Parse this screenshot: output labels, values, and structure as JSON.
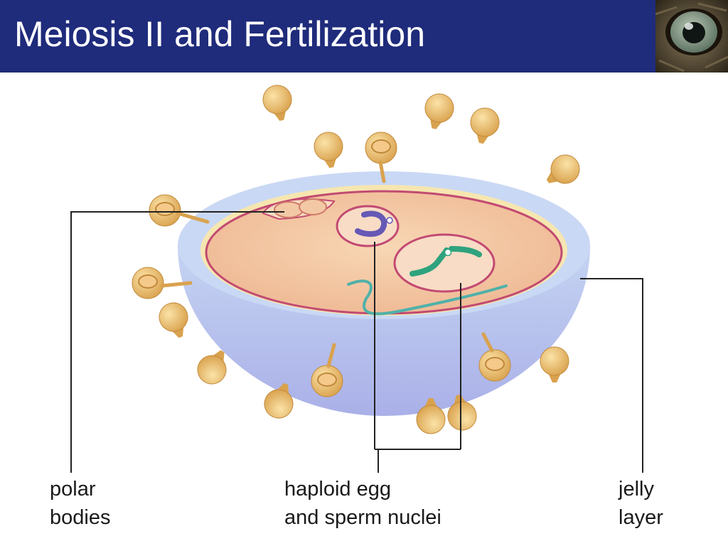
{
  "slide": {
    "title": "Meiosis II and Fertilization",
    "header_color": "#1f2b7b",
    "corner_image_icon": "eye-icon"
  },
  "labels": {
    "polar_bodies": {
      "line1": "polar",
      "line2": "bodies"
    },
    "nuclei": {
      "line1": "haploid egg",
      "line2": "and sperm nuclei"
    },
    "jelly_layer": {
      "line1": "jelly",
      "line2": "layer"
    }
  },
  "colors": {
    "sperm_head": "#efc06a",
    "jelly": "#c8d7f3",
    "cytoplasm": "#f5caa0",
    "membrane": "#c24a72",
    "egg_chromosome": "#6658b5",
    "sperm_chromosome": "#2fa37e",
    "sperm_tail": "#4fb1a9",
    "leader_line": "#222222"
  }
}
